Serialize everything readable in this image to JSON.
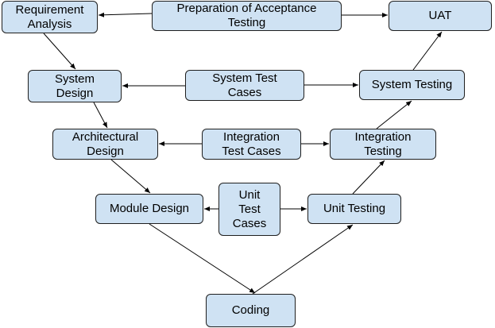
{
  "nodes": {
    "requirement_analysis": "Requirement\nAnalysis",
    "preparation_acceptance_testing": "Preparation of Acceptance\nTesting",
    "uat": "UAT",
    "system_design": "System\nDesign",
    "system_test_cases": "System Test\nCases",
    "system_testing": "System Testing",
    "architectural_design": "Architectural\nDesign",
    "integration_test_cases": "Integration\nTest Cases",
    "integration_testing": "Integration\nTesting",
    "module_design": "Module Design",
    "unit_test_cases": "Unit\nTest\nCases",
    "unit_testing": "Unit Testing",
    "coding": "Coding"
  },
  "edges": [
    {
      "from": "preparation_acceptance_testing",
      "to": "requirement_analysis"
    },
    {
      "from": "preparation_acceptance_testing",
      "to": "uat"
    },
    {
      "from": "requirement_analysis",
      "to": "system_design"
    },
    {
      "from": "system_test_cases",
      "to": "system_design"
    },
    {
      "from": "system_test_cases",
      "to": "system_testing"
    },
    {
      "from": "system_design",
      "to": "architectural_design"
    },
    {
      "from": "integration_test_cases",
      "to": "architectural_design"
    },
    {
      "from": "integration_test_cases",
      "to": "integration_testing"
    },
    {
      "from": "architectural_design",
      "to": "module_design"
    },
    {
      "from": "unit_test_cases",
      "to": "module_design"
    },
    {
      "from": "unit_test_cases",
      "to": "unit_testing"
    },
    {
      "from": "module_design",
      "to": "coding"
    },
    {
      "from": "coding",
      "to": "unit_testing"
    },
    {
      "from": "unit_testing",
      "to": "integration_testing"
    },
    {
      "from": "integration_testing",
      "to": "system_testing"
    },
    {
      "from": "system_testing",
      "to": "uat"
    }
  ],
  "colors": {
    "node_fill": "#cfe2f3",
    "node_border": "#1f1f1f",
    "edge": "#000000"
  }
}
